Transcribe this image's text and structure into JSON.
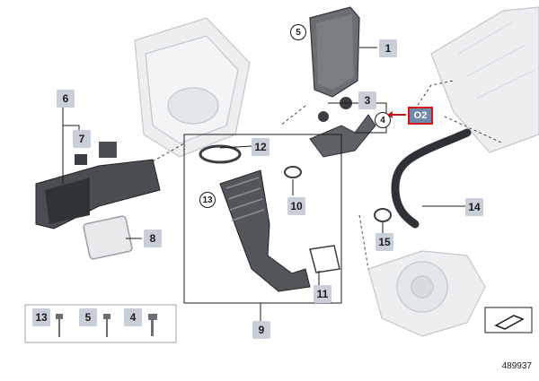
{
  "callouts": {
    "c1": "1",
    "c2": "3",
    "c3": "4",
    "c4": "5",
    "c5": "6",
    "c6": "7",
    "c7": "8",
    "c8": "9",
    "c9": "10",
    "c10": "11",
    "c11": "12",
    "c12": "13",
    "c13": "14",
    "c14": "15"
  },
  "reference_tag": "O2",
  "legend": {
    "items": [
      "13",
      "5",
      "4"
    ]
  },
  "diagram_number": "489937",
  "colors": {
    "part": "#e6e8ea",
    "part_stroke": "#b9bec4",
    "dark_part": "#3a3d42",
    "callout_bg": "#c8cfd8",
    "ref_bg": "#6f8aa8",
    "ref_border": "#d01818"
  }
}
